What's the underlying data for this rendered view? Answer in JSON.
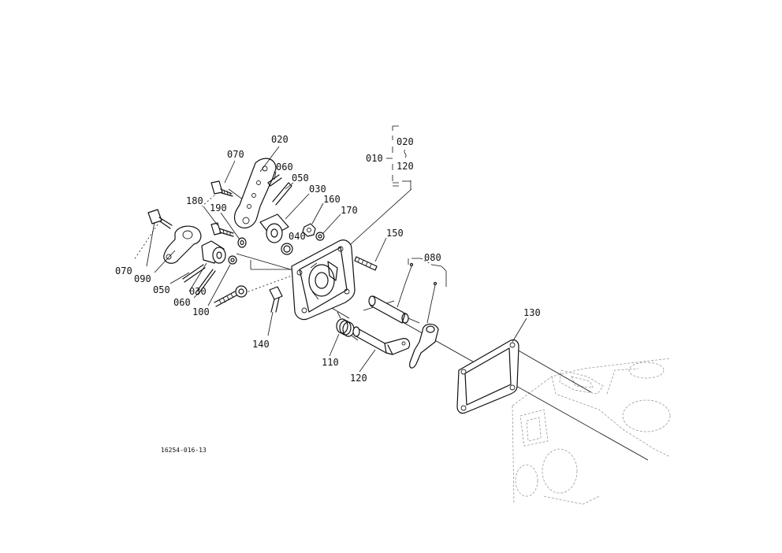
{
  "labels": {
    "l070a": "070",
    "l020": "020",
    "l060a": "060",
    "l050a": "050",
    "l030a": "030",
    "l180": "180",
    "l190": "190",
    "l160": "160",
    "l170": "170",
    "l040": "040",
    "l010": "010",
    "l010_020": "020",
    "l010_120": "120",
    "l150": "150",
    "l080": "080",
    "l070b": "070",
    "l090": "090",
    "l050b": "050",
    "l030b": "030",
    "l060b": "060",
    "l100": "100",
    "l140": "140",
    "l110": "110",
    "l120": "120",
    "l130": "130"
  },
  "reference_code": "16254-016-13"
}
